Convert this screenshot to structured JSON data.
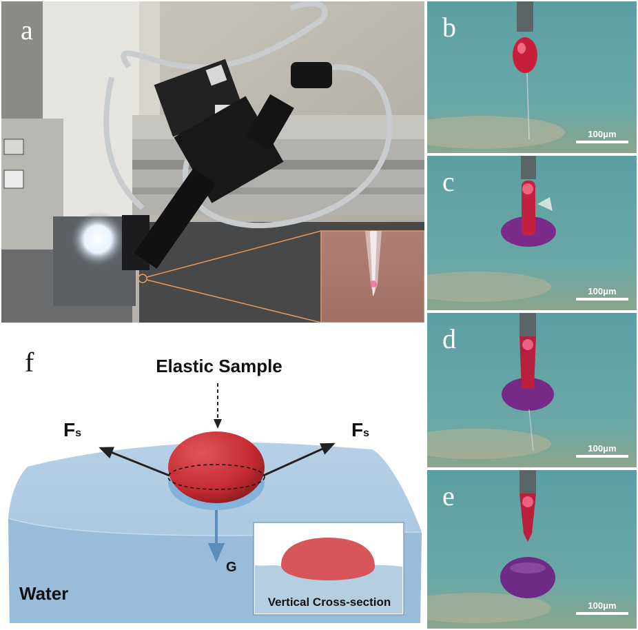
{
  "panels": {
    "a": {
      "letter": "a"
    },
    "b": {
      "letter": "b",
      "scale_label": "100μm"
    },
    "c": {
      "letter": "c",
      "scale_label": "100μm"
    },
    "d": {
      "letter": "d",
      "scale_label": "100μm"
    },
    "e": {
      "letter": "e",
      "scale_label": "100μm"
    },
    "f": {
      "letter": "f"
    }
  },
  "diagram": {
    "sample_label": "Elastic Sample",
    "force_left": {
      "main": "F",
      "sub": "s"
    },
    "force_right": {
      "main": "F",
      "sub": "s"
    },
    "gravity_label": "G",
    "water_label": "Water",
    "inset_caption": "Vertical Cross-section"
  },
  "colors": {
    "water_top": "#a8c8e0",
    "water_side": "#8fb4d4",
    "sample_red": "#c8343a",
    "microscope_bg": "#5e9ea0",
    "scalebar": "#ffffff"
  }
}
